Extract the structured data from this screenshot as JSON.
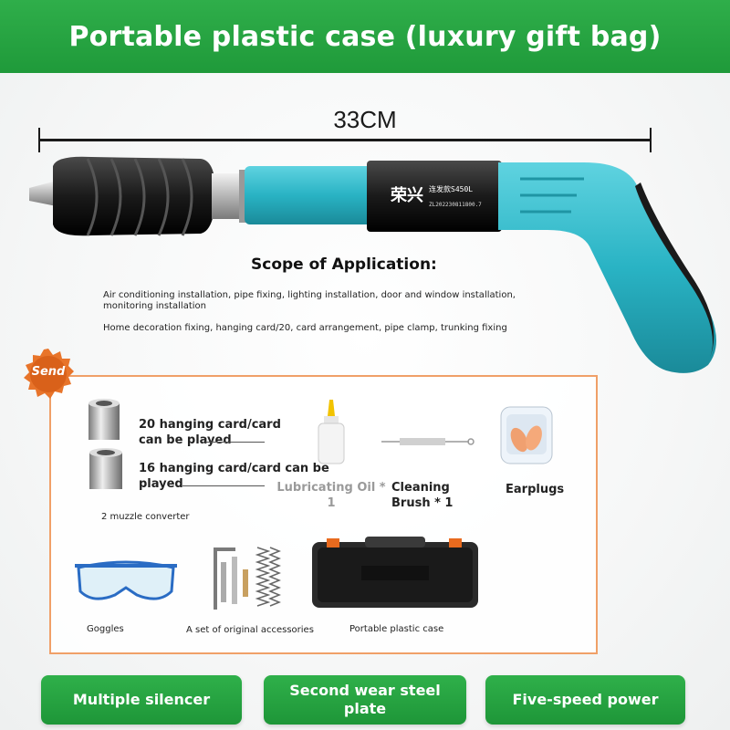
{
  "banner": {
    "title": "Portable plastic case (luxury gift bag)"
  },
  "measure": {
    "label": "33CM"
  },
  "tool": {
    "brand": "荣兴",
    "model": "连发款S450L",
    "serial": "ZL202230811800.7"
  },
  "scope": {
    "title": "Scope of Application:",
    "line1": "Air conditioning installation, pipe fixing, lighting installation, door and window installation, monitoring installation",
    "line2": "Home decoration fixing, hanging card/20, card arrangement, pipe clamp, trunking fixing"
  },
  "send": {
    "label": "Send"
  },
  "accessories": {
    "converter20": "20 hanging card/card can be played",
    "converter16": "16 hanging card/card can be played",
    "muzzle": "2 muzzle converter",
    "oil": "Lubricating Oil * 1",
    "brush": "Cleaning Brush * 1",
    "earplugs": "Earplugs",
    "goggles": "Goggles",
    "accessories_set": "A set of original accessories",
    "case": "Portable plastic case"
  },
  "features": [
    "Multiple silencer",
    "Second wear steel plate",
    "Five-speed power"
  ],
  "colors": {
    "green": "#1f9a3a",
    "tool_blue": "#29b3c4",
    "box_border": "#f0a068",
    "badge_orange": "#e8742a"
  }
}
